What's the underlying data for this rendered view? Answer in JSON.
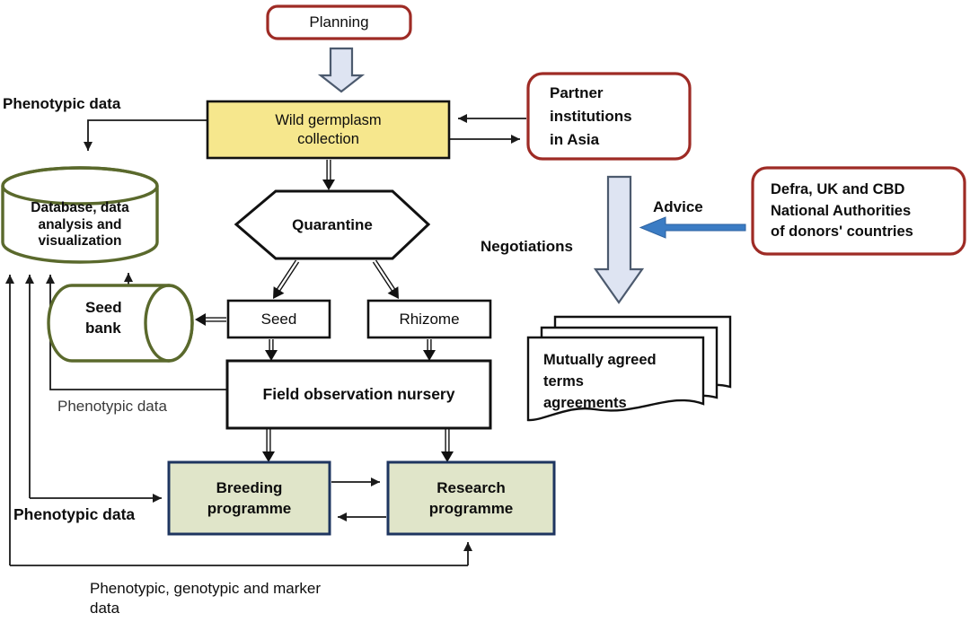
{
  "colors": {
    "red_border": "#9E2B25",
    "yellow_fill": "#F6E78D",
    "olive_border": "#5A692C",
    "green_fill": "#E0E5C9",
    "navy_border": "#1E3560",
    "block_arrow_fill": "#DEE4F2",
    "block_arrow_stroke": "#4C5A6E",
    "blue_arrow": "#3B7CC4"
  },
  "nodes": {
    "planning": {
      "label": "Planning"
    },
    "wild_germplasm": {
      "label": "Wild germplasm\ncollection"
    },
    "partner_institutions": {
      "label": "Partner\ninstitutions\nin Asia"
    },
    "defra": {
      "label": "Defra, UK and CBD\nNational Authorities\nof donors' countries"
    },
    "database": {
      "label": "Database, data\nanalysis and\nvisualization"
    },
    "seed_bank": {
      "label": "Seed\nbank"
    },
    "quarantine": {
      "label": "Quarantine"
    },
    "seed": {
      "label": "Seed"
    },
    "rhizome": {
      "label": "Rhizome"
    },
    "field_nursery": {
      "label": "Field observation nursery"
    },
    "breeding": {
      "label": "Breeding\nprogramme"
    },
    "research": {
      "label": "Research\nprogramme"
    },
    "agreements": {
      "label": "Mutually agreed\nterms\nagreements"
    }
  },
  "flow_labels": {
    "phenotypic_top": "Phenotypic data",
    "phenotypic_mid": "Phenotypic data",
    "phenotypic_bottom": "Phenotypic data",
    "negotiations": "Negotiations",
    "advice": "Advice",
    "bottom_data": "Phenotypic, genotypic and marker\ndata"
  }
}
